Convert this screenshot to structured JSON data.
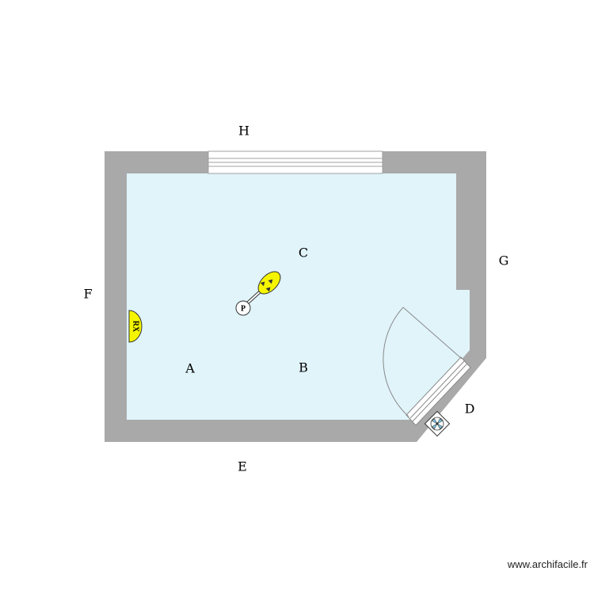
{
  "plan": {
    "wall_labels": {
      "top": "H",
      "left": "F",
      "right": "G",
      "bottom": "E",
      "diagonal": "D"
    },
    "zone_labels": [
      "C",
      "A",
      "B"
    ],
    "symbols": {
      "pinned_outlet": "P",
      "rx_outlet": "RX",
      "light_icon": "ceiling-light",
      "vent_icon": "ventilation-fan"
    },
    "colors": {
      "wall": "#a9a9a9",
      "floor": "#e0f4fa",
      "symbol_yellow": "#f5f500",
      "vent_blue": "#7fc8e6"
    }
  },
  "footer": {
    "credit": "www.archifacile.fr"
  }
}
